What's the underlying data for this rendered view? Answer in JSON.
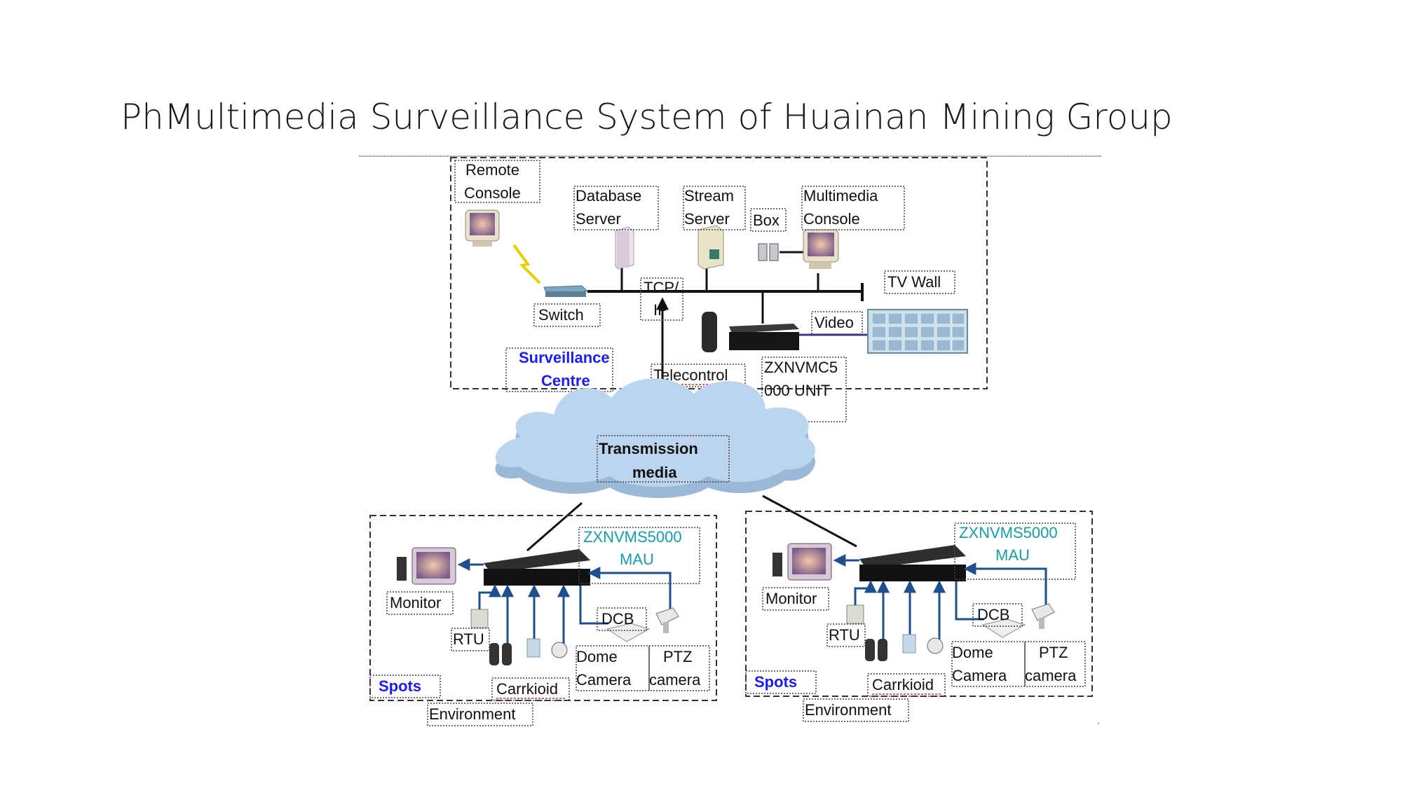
{
  "title": "PhMultimedia Surveillance System of Huainan Mining Group",
  "centre": {
    "remote_console": [
      "Remote",
      "Console"
    ],
    "database_server": [
      "Database",
      "Server"
    ],
    "stream_server": [
      "Stream",
      "Server"
    ],
    "box": "Box",
    "multimedia_console": [
      "Multimedia",
      "Console"
    ],
    "tv_wall": "TV Wall",
    "switch": "Switch",
    "tcp_ip": [
      "TCP/",
      "IP"
    ],
    "video": "Video",
    "telecontrol": "Telecontrol",
    "surveillance_centre": [
      "Surveillance",
      "Centre"
    ],
    "zxnvmc_unit": [
      "ZXNVMC5",
      "000 UNIT"
    ]
  },
  "transmission": [
    "Transmission",
    "media"
  ],
  "spots": [
    {
      "mau": [
        "ZXNVMS5000",
        "MAU"
      ],
      "monitor": "Monitor",
      "dcb": "DCB",
      "rtu": "RTU",
      "dome_camera": [
        "Dome",
        "Camera"
      ],
      "ptz_camera": [
        "PTZ",
        "camera"
      ],
      "spots_label": "Spots",
      "carrkioid": "Carrkioid",
      "environment": "Environment"
    },
    {
      "mau": [
        "ZXNVMS5000",
        "MAU"
      ],
      "monitor": "Monitor",
      "dcb": "DCB",
      "rtu": "RTU",
      "dome_camera": [
        "Dome",
        "Camera"
      ],
      "ptz_camera": [
        "PTZ",
        "camera"
      ],
      "spots_label": "Spots",
      "carrkioid": "Carrkioid",
      "environment": "Environment"
    }
  ],
  "colors": {
    "spots_label": "#1a1aff",
    "mau_label": "#12a0a8",
    "arrow_blue": "#1f4f8f",
    "cloud": "#b8d2ec"
  }
}
